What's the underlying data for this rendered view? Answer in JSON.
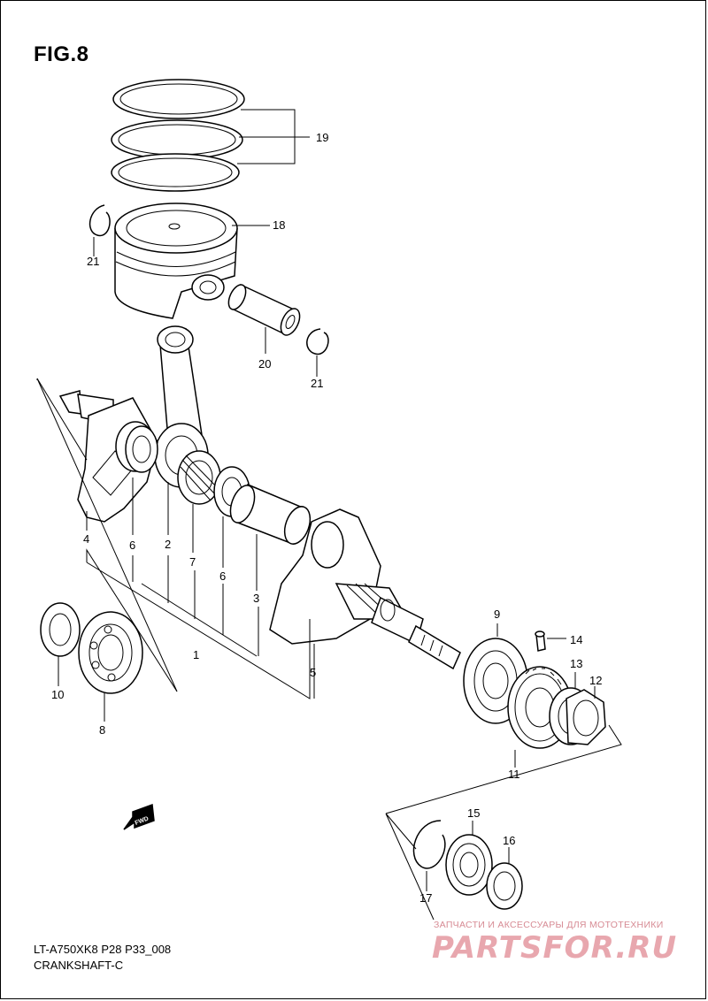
{
  "figure": {
    "title": "FIG.8",
    "model": "LT-A750XK8 P28 P33_008",
    "section": "CRANKSHAFT-C"
  },
  "watermark": {
    "tagline": "ЗАПЧАСТИ И АКСЕССУАРЫ ДЛЯ МОТОТЕХНИКИ",
    "brand": "PARTSFOR.RU"
  },
  "direction_arrow": {
    "label": "FWD"
  },
  "callouts": [
    {
      "id": "c1",
      "number": "1"
    },
    {
      "id": "c2",
      "number": "2"
    },
    {
      "id": "c3",
      "number": "3"
    },
    {
      "id": "c4",
      "number": "4"
    },
    {
      "id": "c5",
      "number": "5"
    },
    {
      "id": "c6a",
      "number": "6"
    },
    {
      "id": "c6b",
      "number": "6"
    },
    {
      "id": "c7",
      "number": "7"
    },
    {
      "id": "c8",
      "number": "8"
    },
    {
      "id": "c9",
      "number": "9"
    },
    {
      "id": "c10",
      "number": "10"
    },
    {
      "id": "c11",
      "number": "11"
    },
    {
      "id": "c12",
      "number": "12"
    },
    {
      "id": "c13",
      "number": "13"
    },
    {
      "id": "c14",
      "number": "14"
    },
    {
      "id": "c15",
      "number": "15"
    },
    {
      "id": "c16",
      "number": "16"
    },
    {
      "id": "c17",
      "number": "17"
    },
    {
      "id": "c18",
      "number": "18"
    },
    {
      "id": "c19",
      "number": "19"
    },
    {
      "id": "c20",
      "number": "20"
    },
    {
      "id": "c21a",
      "number": "21"
    },
    {
      "id": "c21b",
      "number": "21"
    }
  ]
}
